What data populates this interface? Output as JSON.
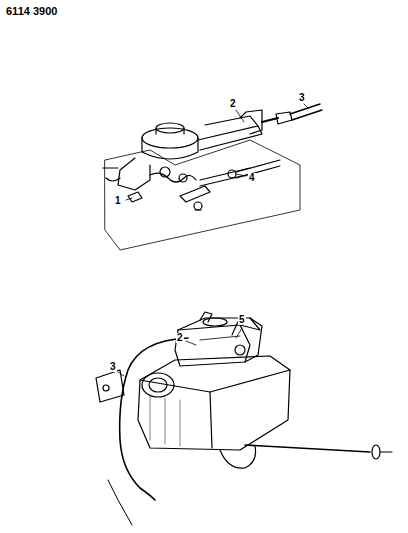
{
  "diagram": {
    "labels": [
      "6114 3900",
      "2",
      "3",
      "1",
      "4",
      "5",
      "2",
      "3"
    ]
  }
}
